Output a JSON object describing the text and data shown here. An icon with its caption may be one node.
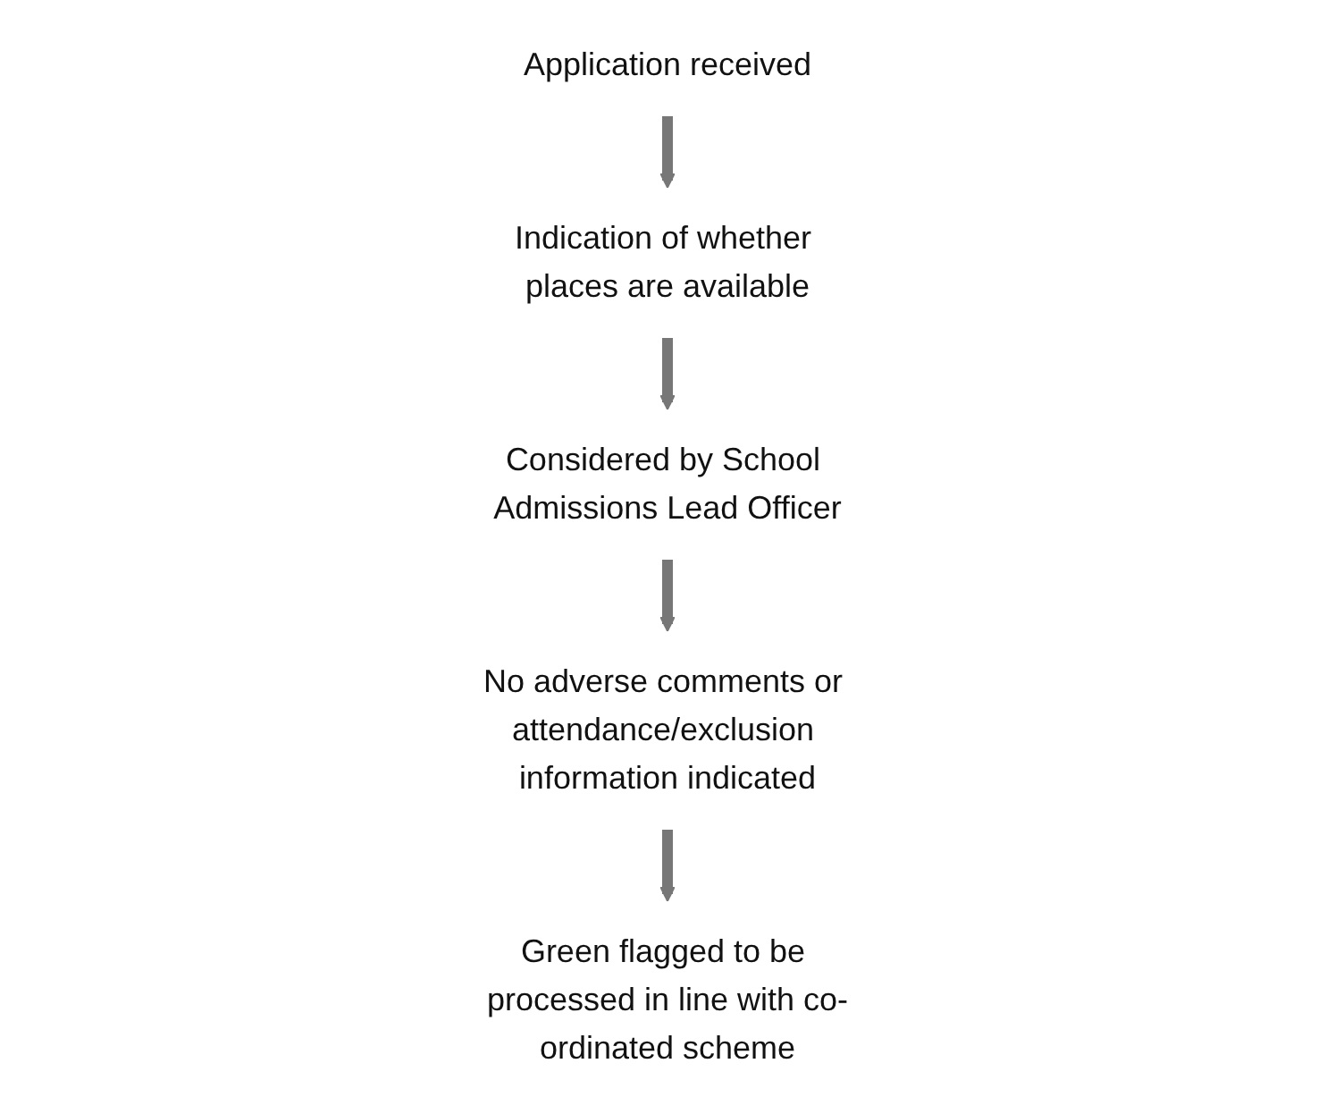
{
  "diagram": {
    "nodes": [
      {
        "text": [
          "Green flagged to be processed in line with co-ordinated scheme"
        ]
      },
      {
        "text": [
          "Application received"
        ]
      },
      {
        "text": [
          "No adverse comments or attendance/exclusion information indicated"
        ]
      },
      {
        "text": [
          "Indication of whether places are available"
        ]
      },
      {
        "text": [
          "Considered by School Admissions Lead Officer"
        ]
      }
    ],
    "edges": [
      {
        "from": 1,
        "to": 3,
        "arrow": "to"
      },
      {
        "from": 3,
        "to": 4,
        "arrow": "to"
      },
      {
        "from": 4,
        "to": 2,
        "arrow": "to"
      },
      {
        "from": 2,
        "to": 0,
        "arrow": "to"
      }
    ]
  }
}
